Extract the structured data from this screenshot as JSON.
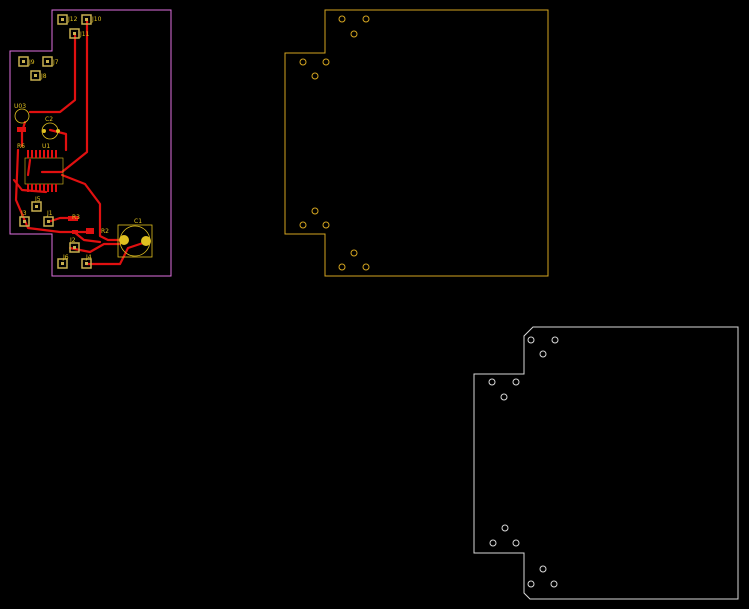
{
  "colors": {
    "background": "#000000",
    "pcb_outline": "#e070e0",
    "trace": "#e01010",
    "pad": "#c8b050",
    "silk": "#e0c020",
    "panel2_outline": "#d4a520",
    "panel3_outline": "#d8d8d8"
  },
  "labels": {
    "j12": "J12",
    "j10": "J10",
    "j11": "J11",
    "j9": "J9",
    "j7": "J7",
    "j8": "J8",
    "u3": "U03",
    "c2": "C2",
    "r6": "R6",
    "u1": "U1",
    "j5": "J5",
    "j3": "J3",
    "j1": "J1",
    "r3": "R3",
    "r2": "R2",
    "c1": "C1",
    "j2": "J2",
    "j6": "J6",
    "j4": "J4"
  },
  "icons": {
    "pad": "square-pad-icon",
    "hole": "mounting-hole-icon"
  }
}
